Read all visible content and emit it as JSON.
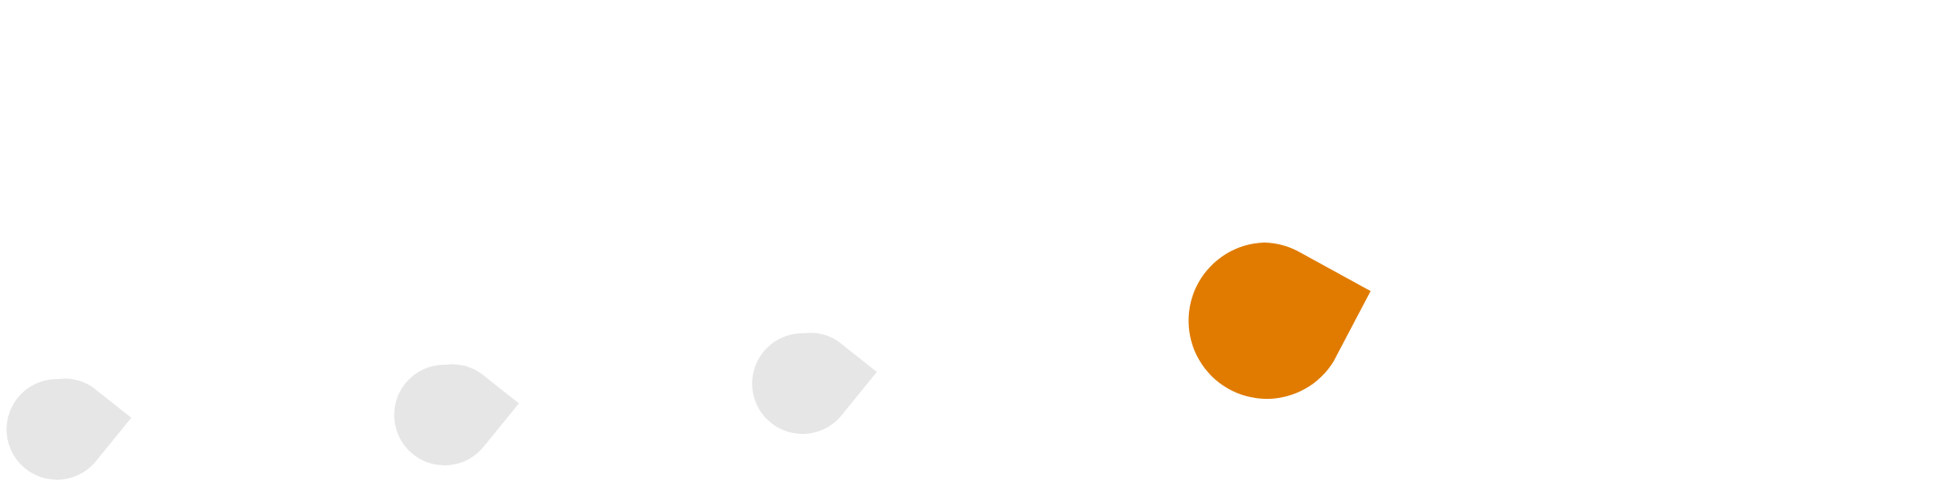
{
  "markers": [
    {
      "state": "inactive",
      "icon": "teardrop-marker-icon"
    },
    {
      "state": "inactive",
      "icon": "teardrop-marker-icon"
    },
    {
      "state": "inactive",
      "icon": "teardrop-marker-icon"
    },
    {
      "state": "active",
      "icon": "teardrop-marker-icon"
    }
  ],
  "colors": {
    "background": "#ffffff",
    "inactive": "#e6e6e6",
    "active": "#e07b00"
  }
}
